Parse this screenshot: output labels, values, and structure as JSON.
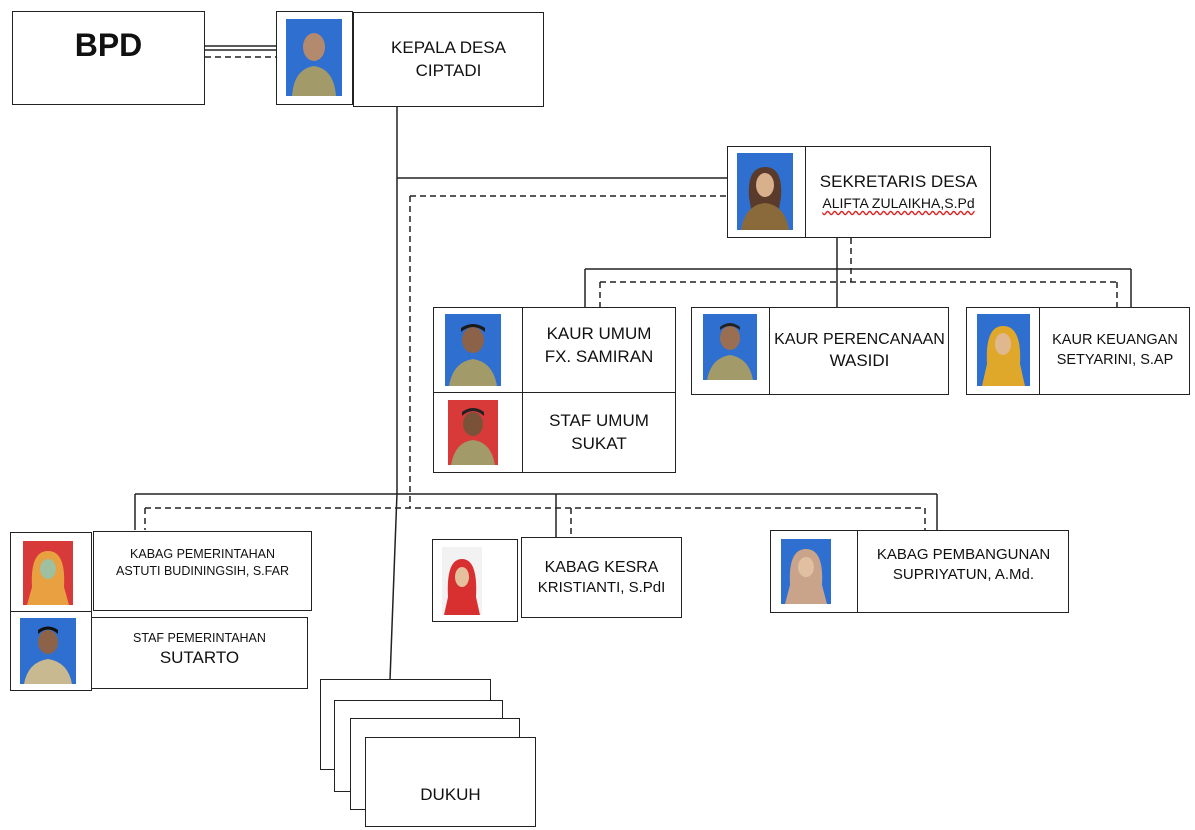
{
  "bpd": {
    "label": "BPD"
  },
  "kepala": {
    "title": "KEPALA DESA",
    "name": "CIPTADI"
  },
  "sekretaris": {
    "title": "SEKRETARIS DESA",
    "name": "ALIFTA ZULAIKHA,S.Pd"
  },
  "kaur_umum": {
    "title": "KAUR UMUM",
    "name": "FX. SAMIRAN"
  },
  "staf_umum": {
    "title": "STAF UMUM",
    "name": "SUKAT"
  },
  "kaur_perencanaan": {
    "title": "KAUR PERENCANAAN",
    "name": "WASIDI"
  },
  "kaur_keuangan": {
    "title": "KAUR KEUANGAN",
    "name": "SETYARINI, S.AP"
  },
  "kabag_pemerintahan": {
    "title": "KABAG  PEMERINTAHAN",
    "name": "ASTUTI BUDININGSIH, S.FAR"
  },
  "staf_pemerintahan": {
    "title": "STAF PEMERINTAHAN",
    "name": "SUTARTO"
  },
  "kabag_kesra": {
    "title": "KABAG KESRA",
    "name": "KRISTIANTI, S.PdI"
  },
  "kabag_pembangunan": {
    "title": "KABAG PEMBANGUNAN",
    "name": "SUPRIYATUN,  A.Md."
  },
  "dukuh": {
    "label": "DUKUH"
  },
  "colors": {
    "photo_blue": "#2f6fd0",
    "photo_red": "#d83a3a",
    "uniform_khaki": "#a39a6a",
    "line": "#222222"
  }
}
